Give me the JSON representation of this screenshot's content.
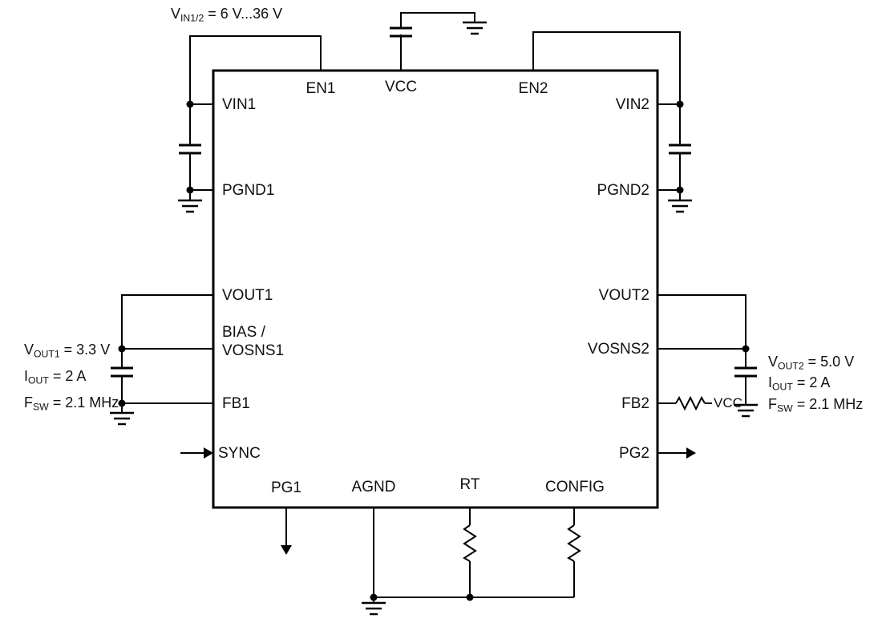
{
  "diagram_type": "application-schematic",
  "colors": {
    "wire": "#000000",
    "background": "#ffffff",
    "text": "#111111"
  },
  "pins": {
    "vin1": "VIN1",
    "pgnd1": "PGND1",
    "vout1": "VOUT1",
    "bias_line1": "BIAS /",
    "bias_line2": "VOSNS1",
    "fb1": "FB1",
    "sync": "SYNC",
    "en1": "EN1",
    "vcc": "VCC",
    "en2": "EN2",
    "vin2": "VIN2",
    "pgnd2": "PGND2",
    "vout2": "VOUT2",
    "vosns2": "VOSNS2",
    "fb2": "FB2",
    "pg2": "PG2",
    "pg1": "PG1",
    "agnd": "AGND",
    "rt": "RT",
    "config": "CONFIG"
  },
  "net_labels": {
    "fb2_pullup": "VCC"
  },
  "annotations": {
    "vin_range": {
      "base": "V",
      "sub": "IN1/2",
      "rest": " = 6 V...36 V"
    },
    "left": [
      {
        "base": "V",
        "sub": "OUT1",
        "rest": " = 3.3 V"
      },
      {
        "base": "I",
        "sub": "OUT",
        "rest": " = 2 A"
      },
      {
        "base": "F",
        "sub": "SW",
        "rest": " = 2.1 MHz"
      }
    ],
    "right": [
      {
        "base": "V",
        "sub": "OUT2",
        "rest": " = 5.0 V"
      },
      {
        "base": "I",
        "sub": "OUT",
        "rest": " = 2 A"
      },
      {
        "base": "F",
        "sub": "SW",
        "rest": " = 2.1 MHz"
      }
    ]
  }
}
